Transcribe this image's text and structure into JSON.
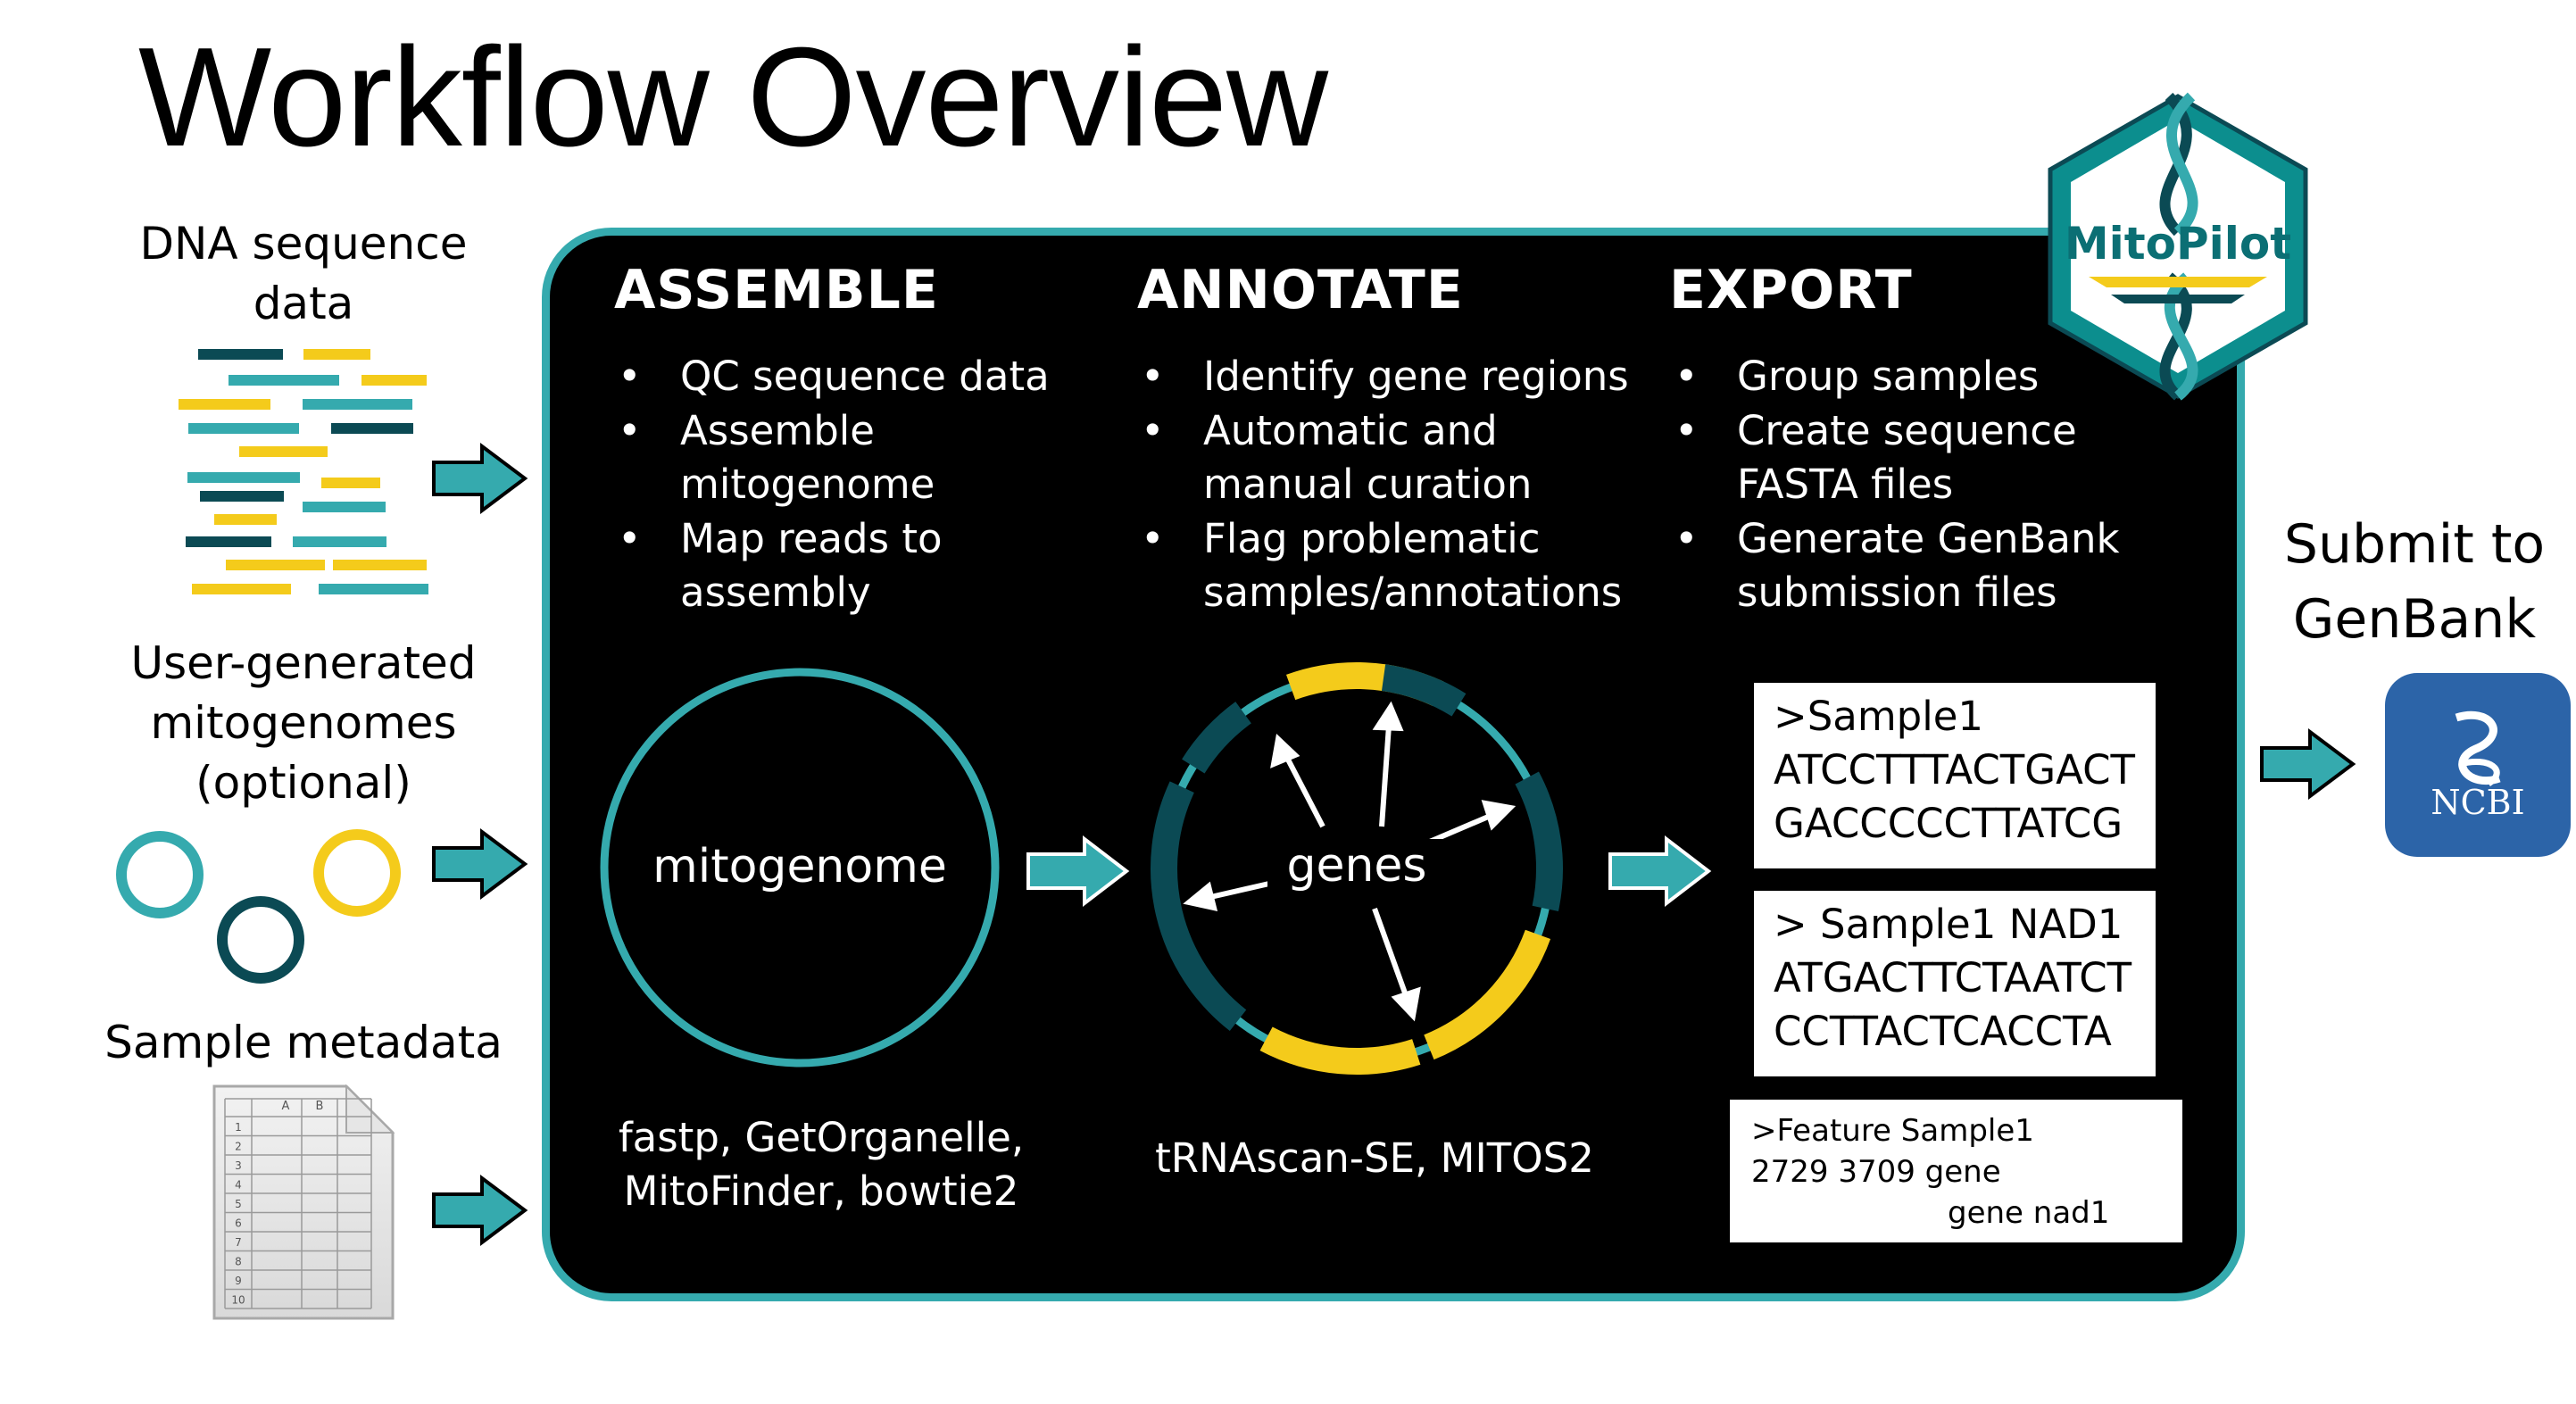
{
  "title": "Workflow Overview",
  "inputs": {
    "dna": "DNA sequence\ndata",
    "user_mito": "User-generated\nmitogenomes\n(optional)",
    "metadata": "Sample metadata"
  },
  "spreadsheet": {
    "columns": [
      "A",
      "B"
    ],
    "rows": [
      "1",
      "2",
      "3",
      "4",
      "5",
      "6",
      "7",
      "8",
      "9",
      "10"
    ]
  },
  "logo": {
    "text": "MitoPilot"
  },
  "columns": [
    {
      "heading": "ASSEMBLE",
      "bullets": [
        "QC sequence data",
        "Assemble\nmitogenome",
        "Map reads to\nassembly"
      ],
      "tools": "fastp, GetOrganelle,\nMitoFinder, bowtie2"
    },
    {
      "heading": "ANNOTATE",
      "bullets": [
        "Identify gene regions",
        "Automatic and\nmanual curation",
        "Flag problematic\nsamples/annotations"
      ],
      "tools": "tRNAscan-SE, MITOS2"
    },
    {
      "heading": "EXPORT",
      "bullets": [
        "Group samples",
        "Create sequence\nFASTA files",
        "Generate GenBank\nsubmission files"
      ]
    }
  ],
  "mitogenome_label": "mitogenome",
  "genes_label": "genes",
  "fasta_boxes": [
    {
      "header": ">Sample1",
      "lines": [
        "ATCCTTTACTGACT",
        "GACCCCCTTATCG"
      ]
    },
    {
      "header": "> Sample1 NAD1",
      "lines": [
        "ATGACTTCTAATCT",
        "CCTTACTCACCTA"
      ]
    }
  ],
  "feature_box": {
    "line1": ">Feature Sample1",
    "line2": "2729  3709  gene",
    "line3": "gene  nad1"
  },
  "submit_label": "Submit to\nGenBank",
  "ncbi_label": "NCBI",
  "colors": {
    "teal": "#35aaae",
    "dark_teal": "#0b4a54",
    "yellow": "#f4cb1b",
    "panel": "#000000",
    "ncbi_blue": "#2c64a8"
  }
}
